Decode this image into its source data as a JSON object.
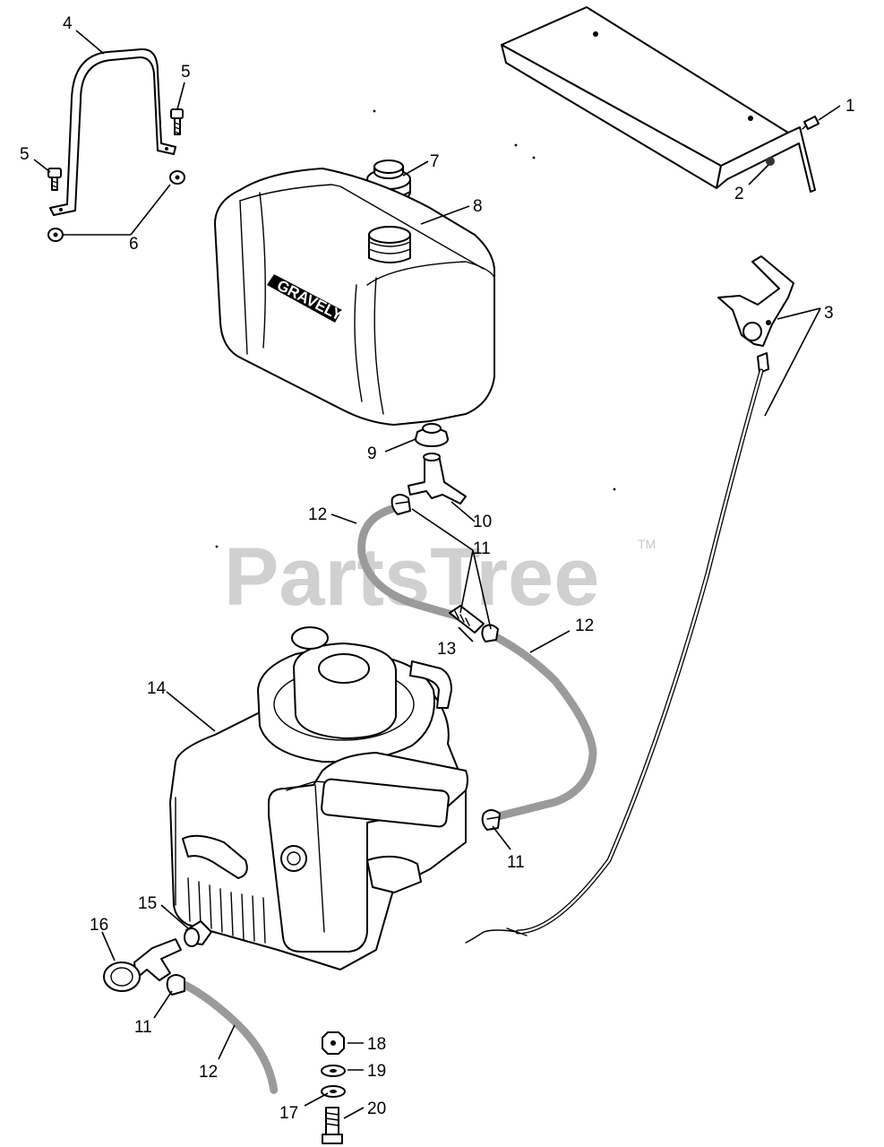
{
  "watermark": {
    "text": "PartsTree",
    "tm": "TM"
  },
  "tank_brand": "GRAVELY",
  "callouts": [
    {
      "id": "c1",
      "label": "1"
    },
    {
      "id": "c2",
      "label": "2"
    },
    {
      "id": "c3",
      "label": "3"
    },
    {
      "id": "c4",
      "label": "4"
    },
    {
      "id": "c5a",
      "label": "5"
    },
    {
      "id": "c5b",
      "label": "5"
    },
    {
      "id": "c6",
      "label": "6"
    },
    {
      "id": "c7",
      "label": "7"
    },
    {
      "id": "c8",
      "label": "8"
    },
    {
      "id": "c9",
      "label": "9"
    },
    {
      "id": "c10",
      "label": "10"
    },
    {
      "id": "c11a",
      "label": "11"
    },
    {
      "id": "c11b",
      "label": "11"
    },
    {
      "id": "c11c",
      "label": "11"
    },
    {
      "id": "c12a",
      "label": "12"
    },
    {
      "id": "c12b",
      "label": "12"
    },
    {
      "id": "c12c",
      "label": "12"
    },
    {
      "id": "c13",
      "label": "13"
    },
    {
      "id": "c14",
      "label": "14"
    },
    {
      "id": "c15",
      "label": "15"
    },
    {
      "id": "c16",
      "label": "16"
    },
    {
      "id": "c17",
      "label": "17"
    },
    {
      "id": "c18",
      "label": "18"
    },
    {
      "id": "c19",
      "label": "19"
    },
    {
      "id": "c20",
      "label": "20"
    }
  ]
}
